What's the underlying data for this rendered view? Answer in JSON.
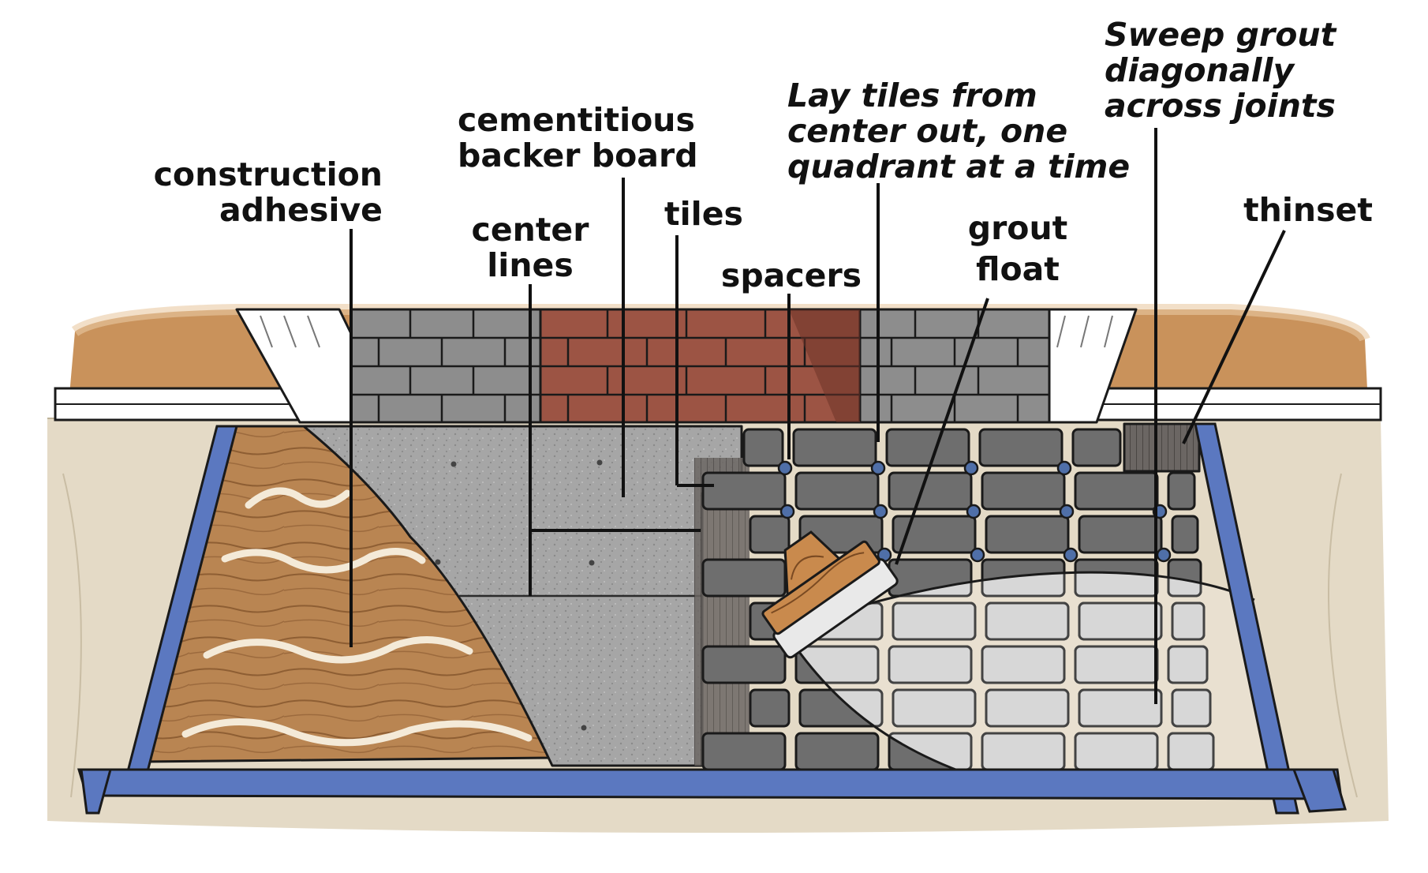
{
  "diagram": {
    "subject": "tile installation cross-section",
    "labels": {
      "construction_adhesive": [
        "construction",
        "adhesive"
      ],
      "backer_board": [
        "cementitious",
        "backer board"
      ],
      "center_lines": [
        "center",
        "lines"
      ],
      "tiles": "tiles",
      "spacers": "spacers",
      "lay_tiles": [
        "Lay tiles from",
        "center out, one",
        "quadrant at a time"
      ],
      "grout_float": [
        "grout",
        "float"
      ],
      "sweep_grout": [
        "Sweep grout",
        "diagonally",
        "across joints"
      ],
      "thinset": "thinset"
    }
  },
  "colors": {
    "label_ink": "#111111",
    "painters_tape": "#5b78c0",
    "plywood": "#b98552",
    "backer_board": "#a4a4a4",
    "tile": "#6e6e6e",
    "grouted_tile": "#cfcfcf",
    "brick": "#9c5444",
    "gray_brick": "#8d8d8d",
    "trim": "#ffffff",
    "wall_back": "#c9925b",
    "floor_edge": "#d8cdb7",
    "spacer": "#4f6fa8"
  },
  "icons": [
    "grout-float-icon",
    "spacer-icon"
  ]
}
